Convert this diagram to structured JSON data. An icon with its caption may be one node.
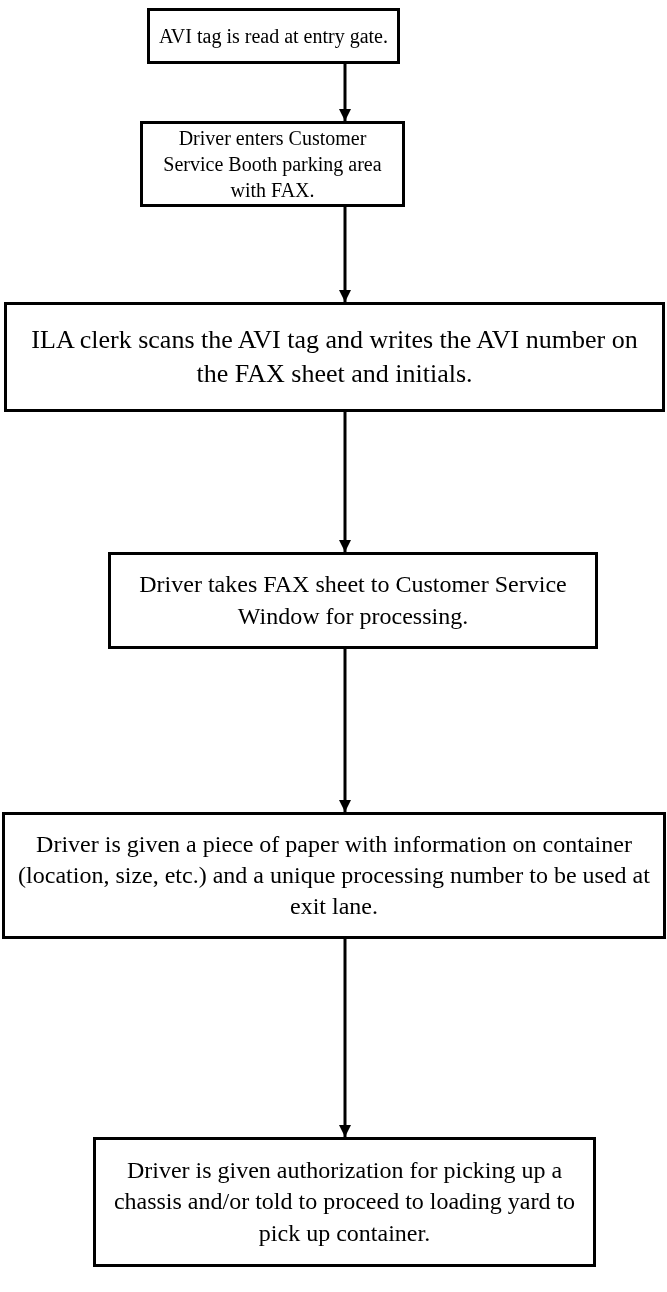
{
  "diagram": {
    "nodes": [
      {
        "text": [
          "AVI tag is read at entry gate."
        ]
      },
      {
        "text": [
          "Driver enters Customer Service Booth parking area with FAX."
        ]
      },
      {
        "text": [
          "ILA clerk scans the AVI tag and writes the AVI number on the FAX sheet and initials."
        ]
      },
      {
        "text": [
          "Driver takes FAX sheet to Customer Service Window for processing."
        ]
      },
      {
        "text": [
          "Driver is given a piece of paper with information on container (location, size, etc.) and a unique processing number to be used at exit lane."
        ]
      },
      {
        "text": [
          "Driver is given authorization for picking up a chassis and/or told to proceed to loading yard to pick up container."
        ]
      }
    ],
    "edges": [
      {
        "from": 0,
        "to": 1,
        "arrow": "to"
      },
      {
        "from": 1,
        "to": 2,
        "arrow": "to"
      },
      {
        "from": 2,
        "to": 3,
        "arrow": "to"
      },
      {
        "from": 3,
        "to": 4,
        "arrow": "to"
      },
      {
        "from": 4,
        "to": 5,
        "arrow": "to"
      }
    ]
  }
}
